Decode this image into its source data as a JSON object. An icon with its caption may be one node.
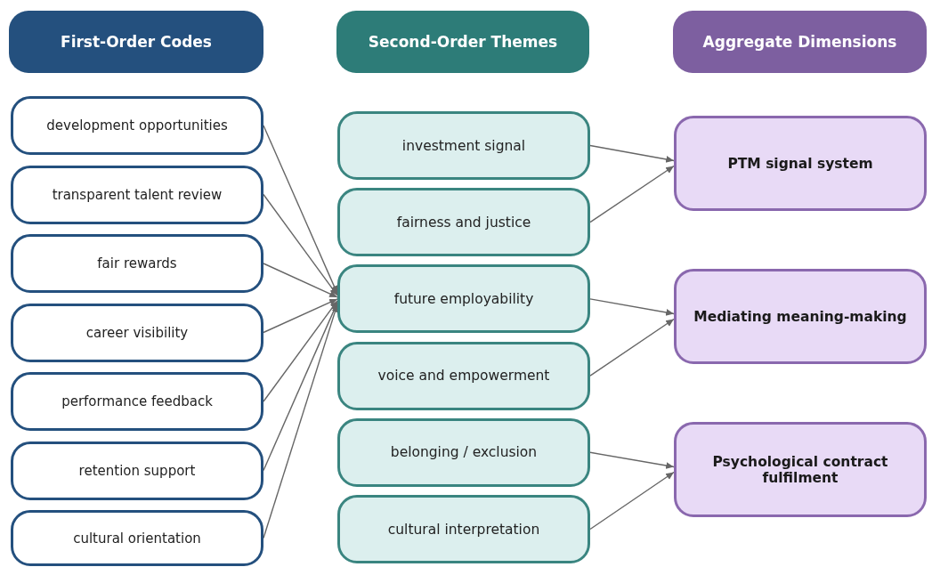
{
  "diagram": {
    "nodes": [
      {
        "text": [
          "First-Order Codes"
        ]
      },
      {
        "text": [
          "Second-Order Themes"
        ]
      },
      {
        "text": [
          "Aggregate Dimensions"
        ]
      },
      {
        "text": [
          "development opportunities"
        ]
      },
      {
        "text": [
          "transparent talent review"
        ]
      },
      {
        "text": [
          "fair rewards"
        ]
      },
      {
        "text": [
          "career visibility"
        ]
      },
      {
        "text": [
          "performance feedback"
        ]
      },
      {
        "text": [
          "retention support"
        ]
      },
      {
        "text": [
          "cultural orientation"
        ]
      },
      {
        "text": [
          "investment signal"
        ]
      },
      {
        "text": [
          "fairness and justice"
        ]
      },
      {
        "text": [
          "future employability"
        ]
      },
      {
        "text": [
          "voice and empowerment"
        ]
      },
      {
        "text": [
          "belonging / exclusion"
        ]
      },
      {
        "text": [
          "cultural interpretation"
        ]
      },
      {
        "text": [
          "PTM signal system"
        ]
      },
      {
        "text": [
          "Mediating meaning-making"
        ]
      },
      {
        "text": [
          "Psychological contract fulfilment"
        ]
      }
    ],
    "edges": [
      {
        "from": 3,
        "to": 12,
        "arrow": "to"
      },
      {
        "from": 4,
        "to": 12,
        "arrow": "to"
      },
      {
        "from": 5,
        "to": 12,
        "arrow": "to"
      },
      {
        "from": 6,
        "to": 12,
        "arrow": "to"
      },
      {
        "from": 7,
        "to": 12,
        "arrow": "to"
      },
      {
        "from": 8,
        "to": 12,
        "arrow": "to"
      },
      {
        "from": 9,
        "to": 12,
        "arrow": "to"
      },
      {
        "from": 10,
        "to": 16,
        "arrow": "to"
      },
      {
        "from": 11,
        "to": 16,
        "arrow": "to"
      },
      {
        "from": 12,
        "to": 17,
        "arrow": "to"
      },
      {
        "from": 13,
        "to": 17,
        "arrow": "to"
      },
      {
        "from": 14,
        "to": 18,
        "arrow": "to"
      },
      {
        "from": 15,
        "to": 18,
        "arrow": "to"
      }
    ]
  }
}
